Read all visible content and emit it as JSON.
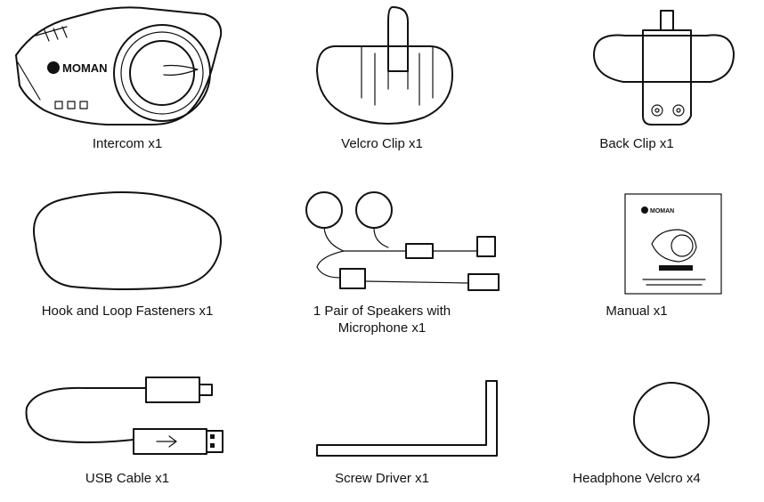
{
  "items": [
    {
      "id": "intercom",
      "label": "Intercom x1",
      "brand": "MOMAN",
      "icon": "intercom-device-icon"
    },
    {
      "id": "velcro-clip",
      "label": "Velcro Clip x1",
      "icon": "velcro-clip-icon"
    },
    {
      "id": "back-clip",
      "label": "Back Clip x1",
      "icon": "back-clip-icon"
    },
    {
      "id": "hook-loop",
      "label": "Hook and Loop Fasteners x1",
      "icon": "hook-loop-fastener-icon"
    },
    {
      "id": "speakers",
      "label_line1": "1 Pair of Speakers with",
      "label_line2": "Microphone x1",
      "icon": "speakers-microphone-icon"
    },
    {
      "id": "manual",
      "label": "Manual x1",
      "brand": "MOMAN",
      "icon": "manual-booklet-icon"
    },
    {
      "id": "usb-cable",
      "label": "USB Cable x1",
      "icon": "usb-cable-icon"
    },
    {
      "id": "screw-driver",
      "label": "Screw Driver x1",
      "icon": "screw-driver-icon"
    },
    {
      "id": "headphone-velcro",
      "label": "Headphone Velcro x4",
      "icon": "headphone-velcro-icon"
    }
  ]
}
